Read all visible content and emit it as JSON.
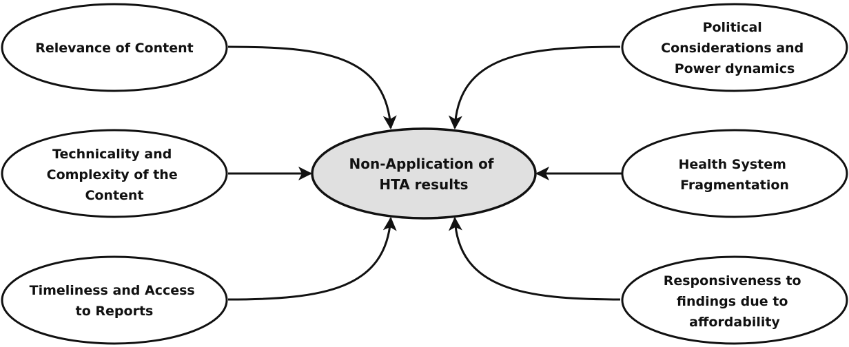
{
  "center": {
    "lines": [
      "Non-Application of",
      "HTA results"
    ]
  },
  "factors": {
    "relevance": [
      "Relevance of Content"
    ],
    "technicality": [
      "Technicality and",
      "Complexity of the",
      "Content"
    ],
    "timeliness": [
      "Timeliness and Access",
      "to Reports"
    ],
    "political": [
      "Political",
      "Considerations and",
      "Power dynamics"
    ],
    "fragmentation": [
      "Health System",
      "Fragmentation"
    ],
    "responsiveness": [
      "Responsiveness to",
      "findings due to",
      "affordability"
    ]
  },
  "colors": {
    "stroke": "#111111",
    "center_fill": "#e0e0e0",
    "node_fill": "#ffffff"
  }
}
